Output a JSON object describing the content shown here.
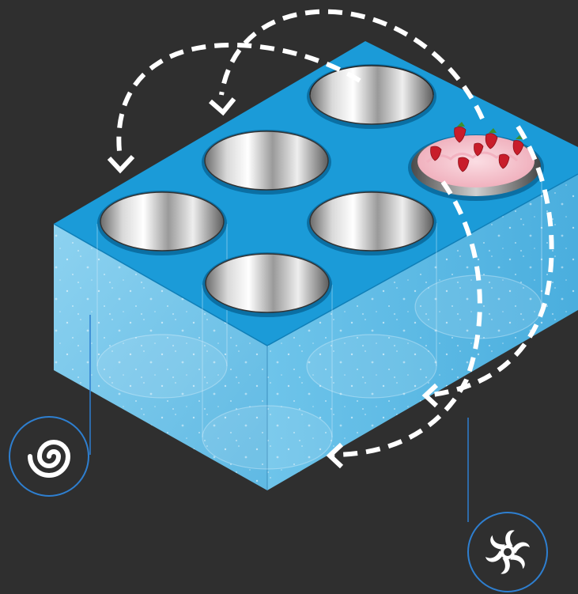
{
  "diagram": {
    "colors": {
      "background": "#2f2f2f",
      "tank_top": "#1a9ad8",
      "tank_left": "#7cc9ea",
      "tank_right": "#5bb6e2",
      "arrow": "#ffffff",
      "callout": "#2e7fd0",
      "steel_light": "#f4f4f4",
      "steel_dark": "#5a5a5a",
      "ice_cream": "#f6c6cf",
      "strawberry": "#d11f2b"
    },
    "components": {
      "tank": "water-bath-tank",
      "wells": 6,
      "filled_well": "strawberry-ice-cream-bowl"
    },
    "icons": {
      "left_callout": "spiral-coil-icon",
      "right_callout": "pump-impeller-icon"
    },
    "flow": {
      "style": "dashed",
      "direction_top": "counter-clockwise",
      "direction_bottom": "clockwise"
    }
  }
}
